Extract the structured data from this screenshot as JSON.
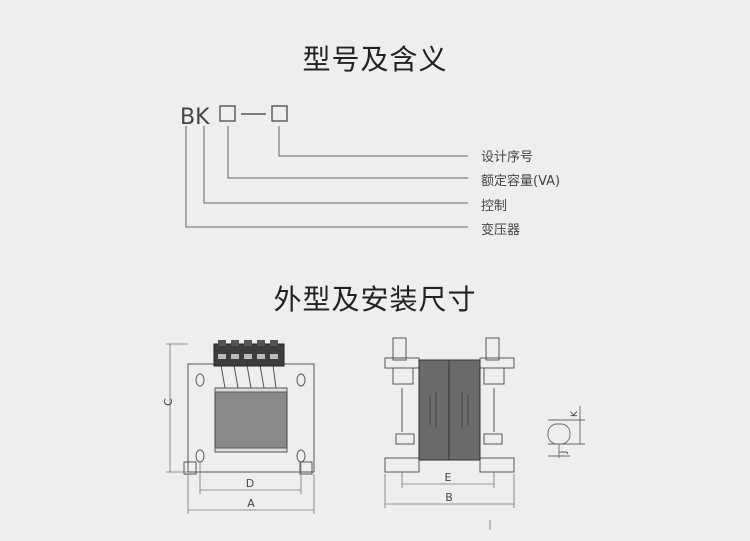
{
  "section1": {
    "title": "型号及含义",
    "code": {
      "prefix": "BK",
      "box1": "□",
      "dash": "—",
      "box2": "□"
    },
    "legend": [
      "设计序号",
      "额定容量(VA)",
      "控制",
      "变压器"
    ]
  },
  "section2": {
    "title": "外型及安装尺寸",
    "dims": {
      "A": "A",
      "B": "B",
      "C": "C",
      "D": "D",
      "E": "E",
      "J": "J",
      "K": "K"
    }
  }
}
